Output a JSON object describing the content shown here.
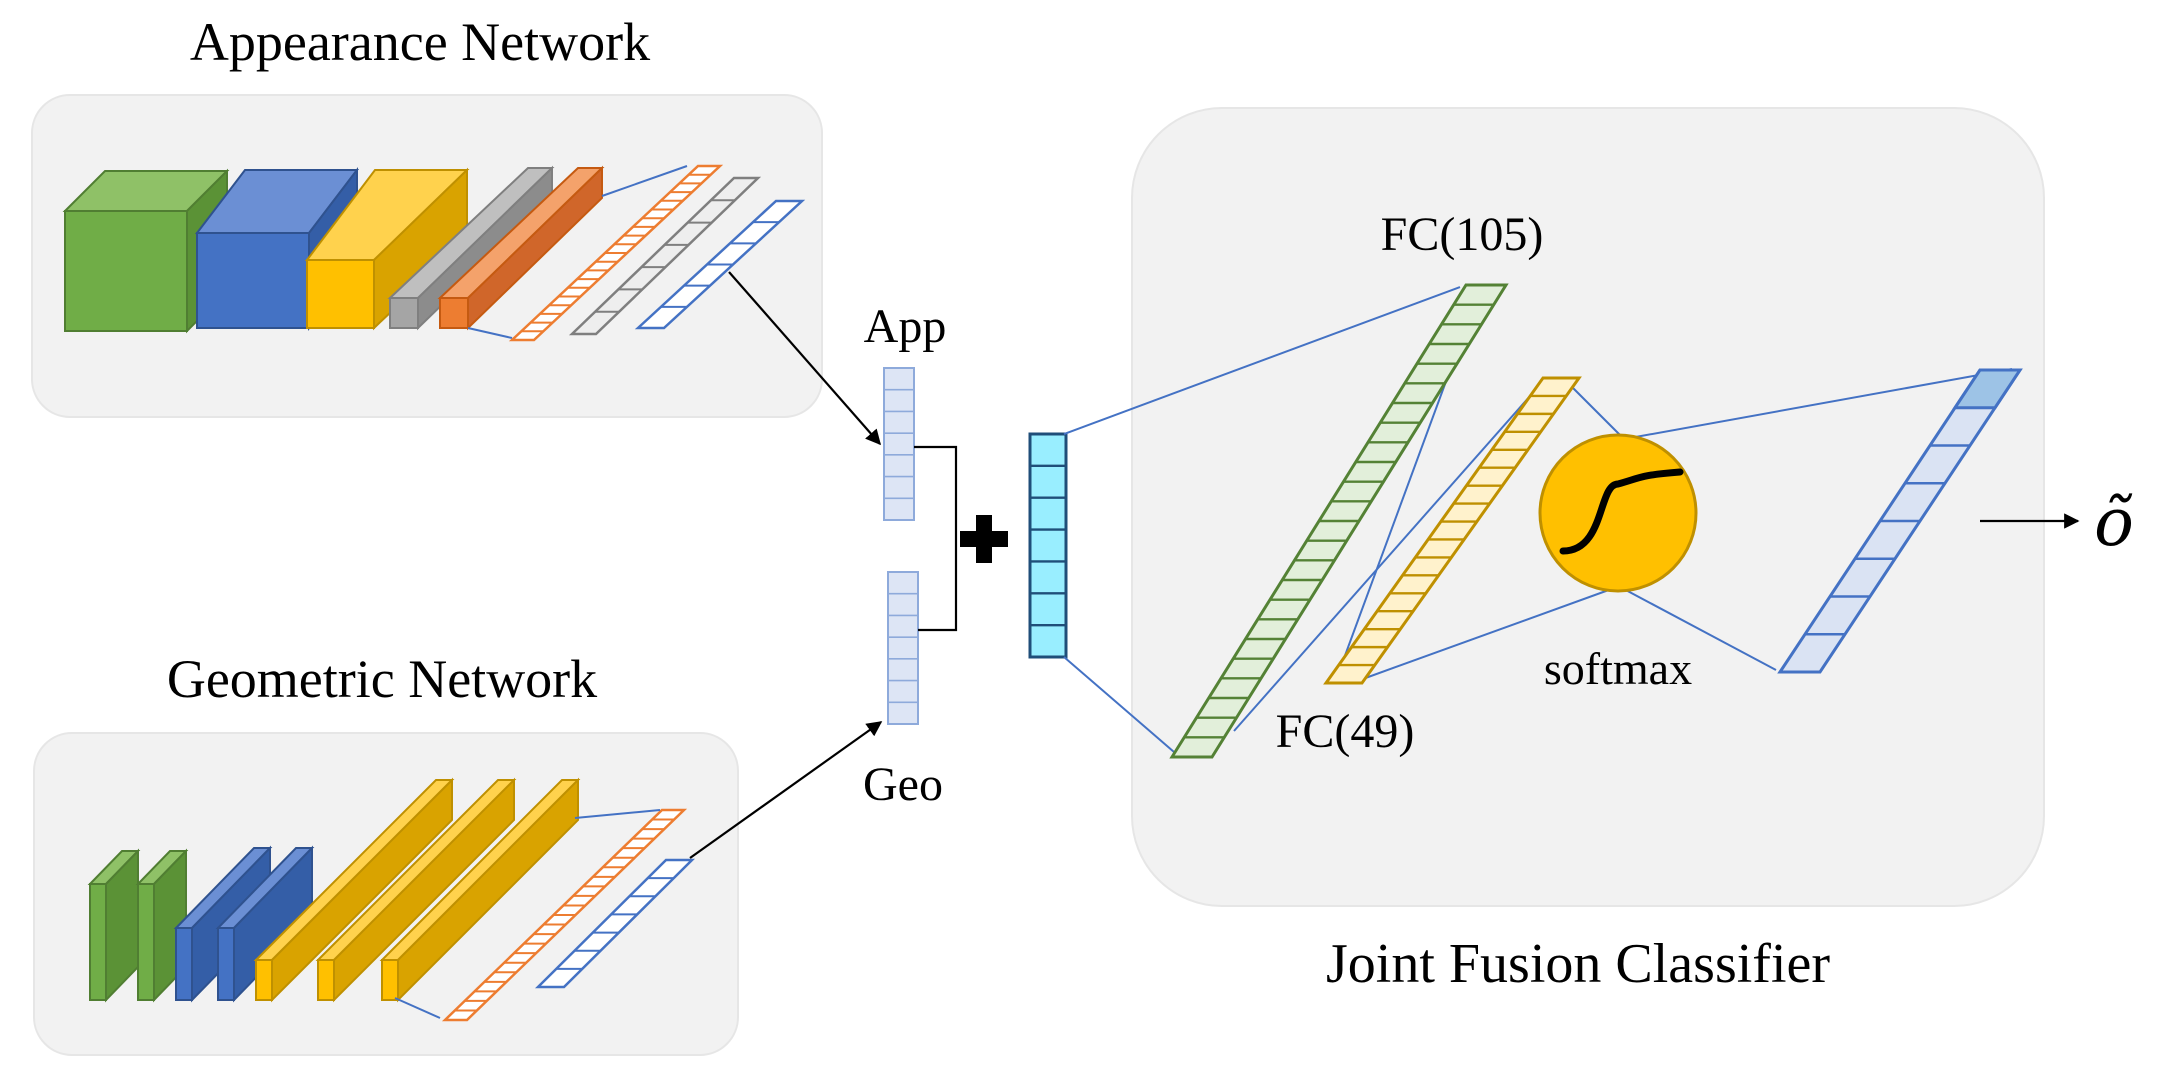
{
  "appearance": {
    "title": "Appearance Network"
  },
  "geometric": {
    "title": "Geometric Network"
  },
  "fusion": {
    "app_label": "App",
    "geo_label": "Geo",
    "title": "Joint Fusion Classifier",
    "fc1_label": "FC(105)",
    "fc2_label": "FC(49)",
    "softmax_label": "softmax",
    "output_symbol": "õ"
  },
  "colors": {
    "green": "#70ad47",
    "blue": "#4472c4",
    "gold": "#ffc000",
    "gray": "#a5a5a5",
    "orange": "#ed7d31",
    "cyan": "#99eeff",
    "panel": "#f2f2f2",
    "line": "#4472c4"
  },
  "icons": {
    "plus": "plus-icon",
    "sigmoid": "sigmoid-icon",
    "arrow": "arrow-icon"
  }
}
